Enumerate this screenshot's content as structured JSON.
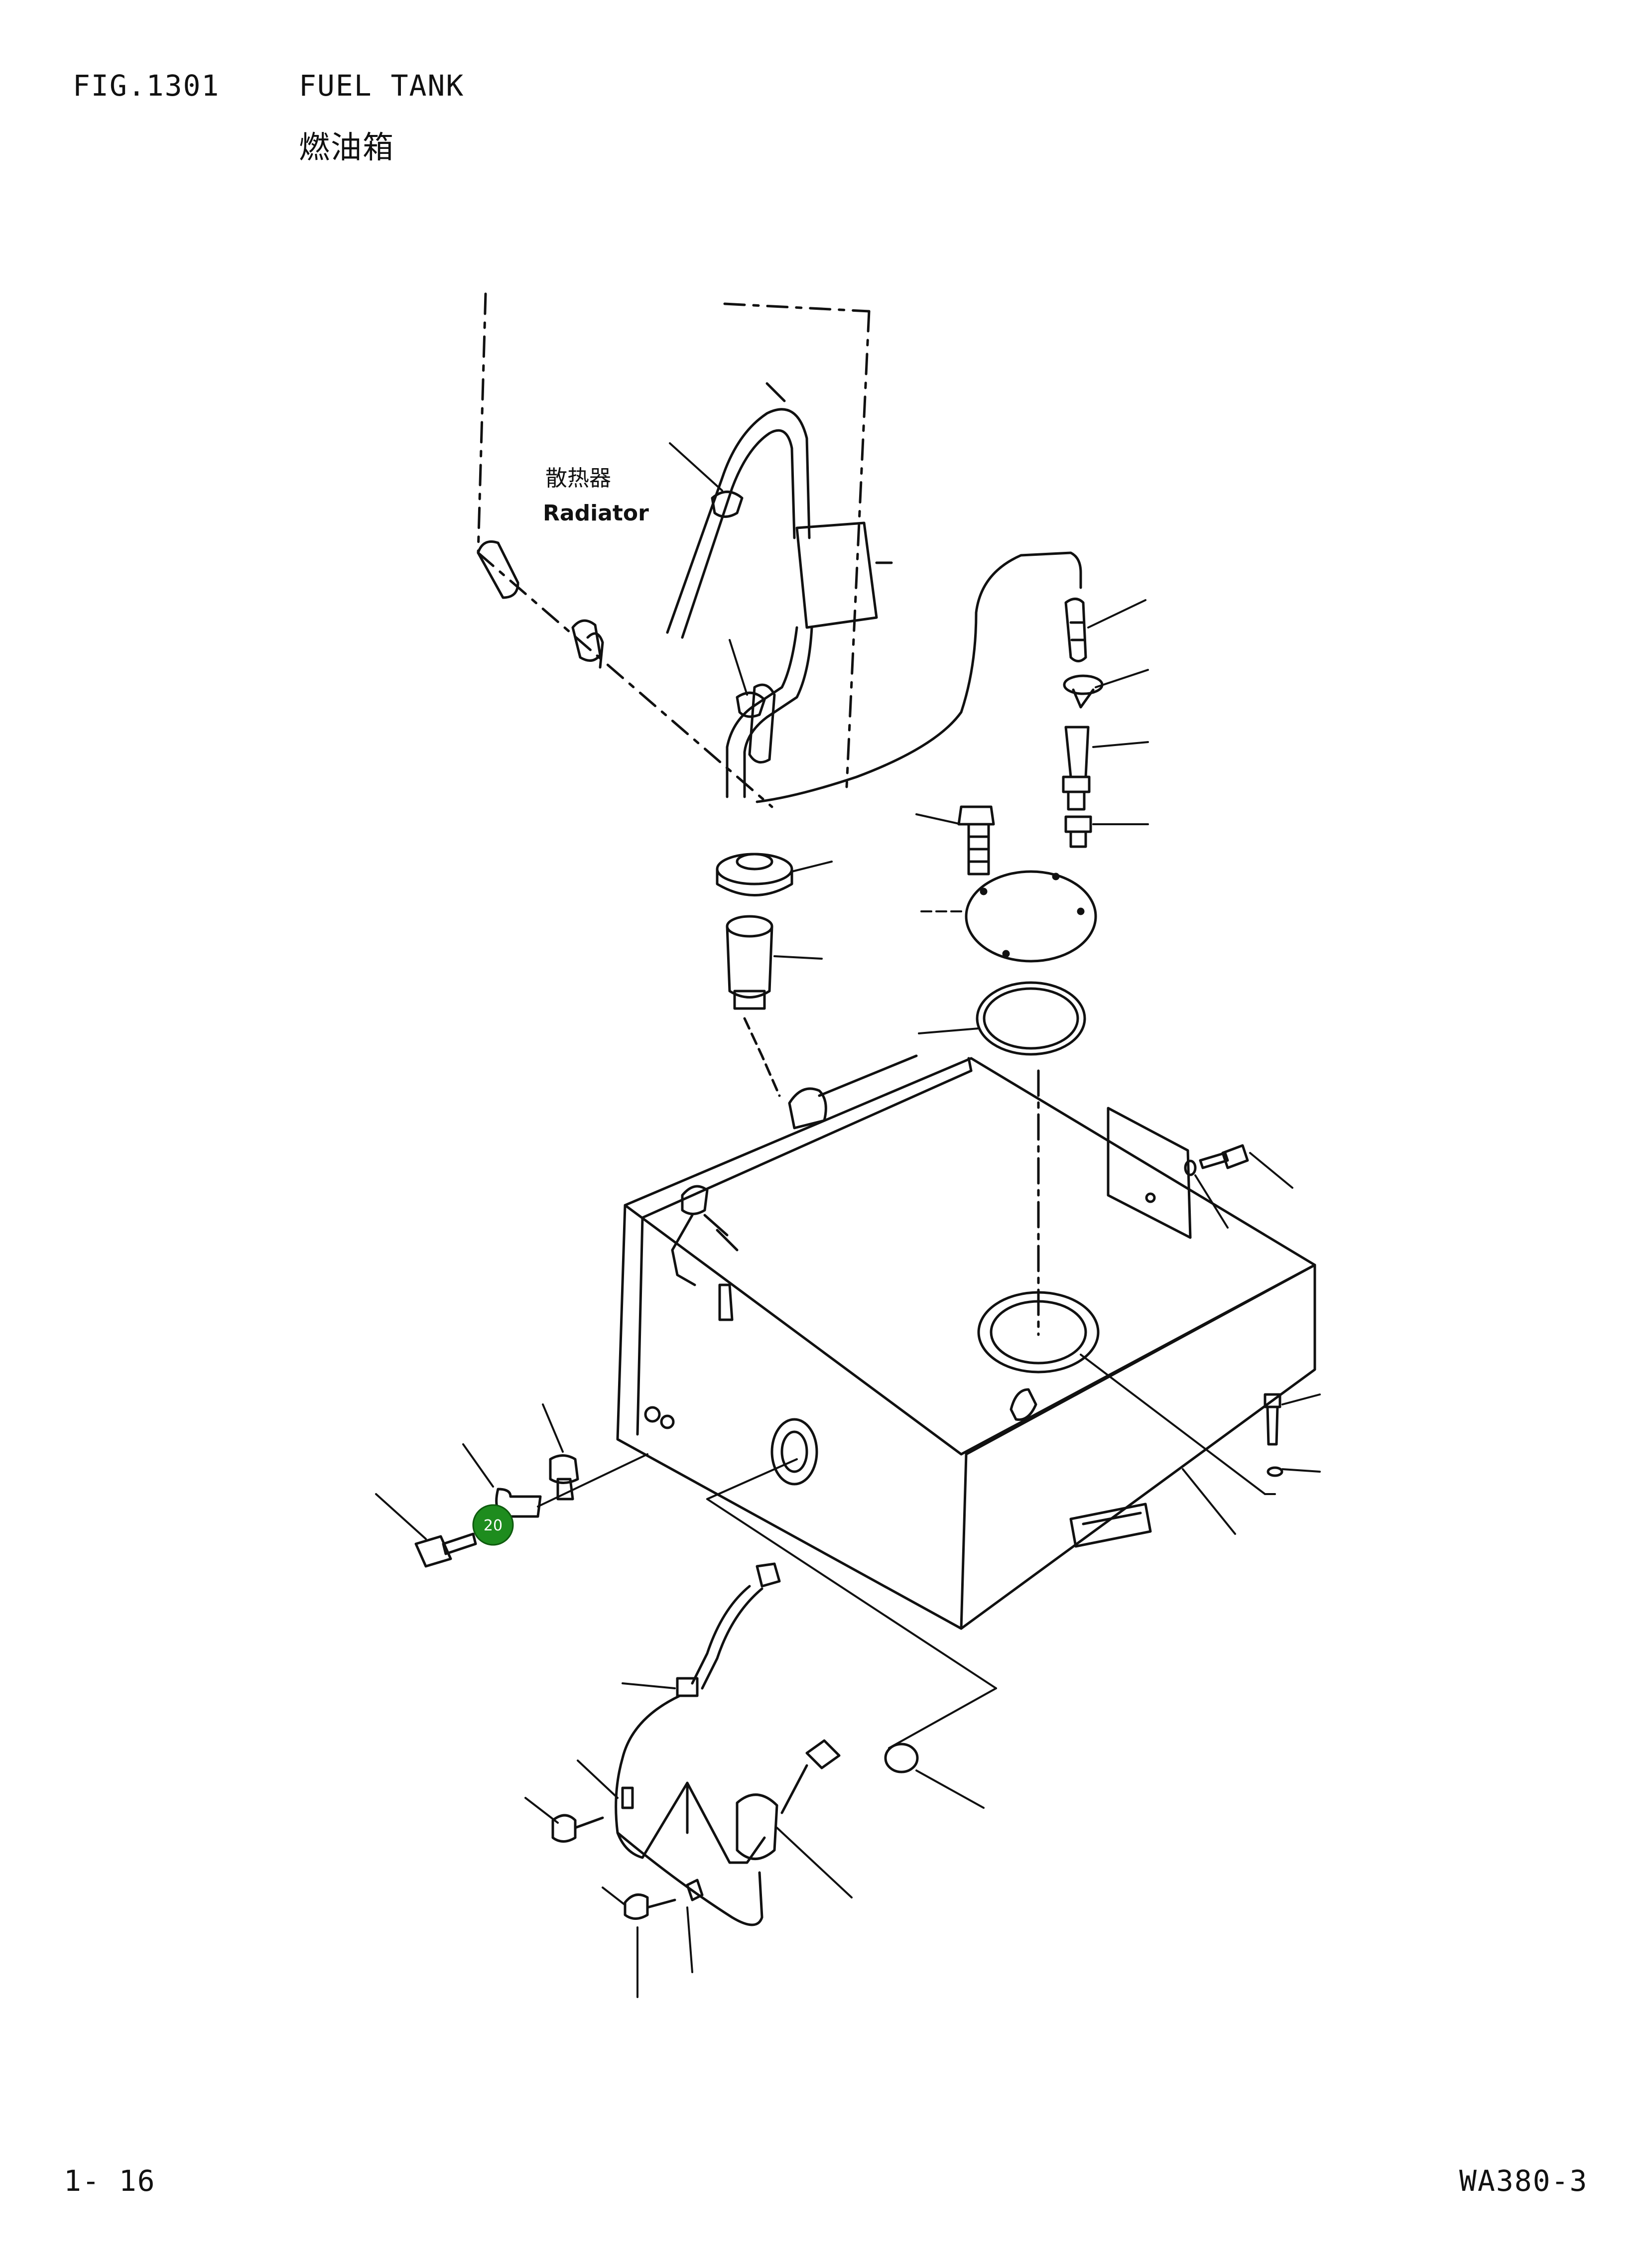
{
  "header": {
    "figure_number": "FIG.1301",
    "title": "FUEL TANK",
    "title_cn": "燃油箱"
  },
  "labels": {
    "radiator_cn": "散热器",
    "radiator_en": "Radiator"
  },
  "callout": {
    "number": "20",
    "color": "#1e8c1e"
  },
  "footer": {
    "page_number": "1- 16",
    "model": "WA380-3"
  }
}
